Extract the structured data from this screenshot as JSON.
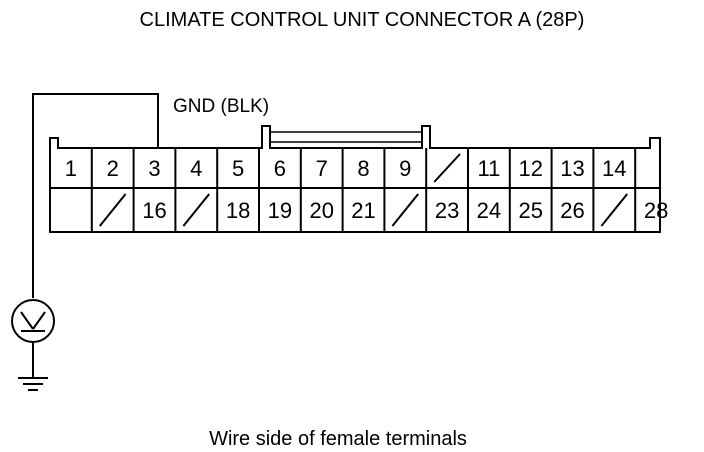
{
  "title": "CLIMATE CONTROL UNIT CONNECTOR A (28P)",
  "ground_label": "GND (BLK)",
  "caption": "Wire side of female terminals",
  "meter_icon": "voltmeter-icon",
  "ground_icon": "ground-icon",
  "connector": {
    "top_row": [
      "1",
      "2",
      "3",
      "4",
      "5",
      "6",
      "7",
      "8",
      "9",
      "",
      "11",
      "12",
      "13",
      "14",
      ""
    ],
    "bottom_row": [
      "",
      "",
      "16",
      "",
      "18",
      "19",
      "20",
      "21",
      "",
      "23",
      "24",
      "25",
      "26",
      "",
      "28"
    ],
    "top_row_blanks": [
      9
    ],
    "bottom_row_blanks": [
      1,
      3,
      8,
      13
    ],
    "probed_terminal": "3"
  }
}
